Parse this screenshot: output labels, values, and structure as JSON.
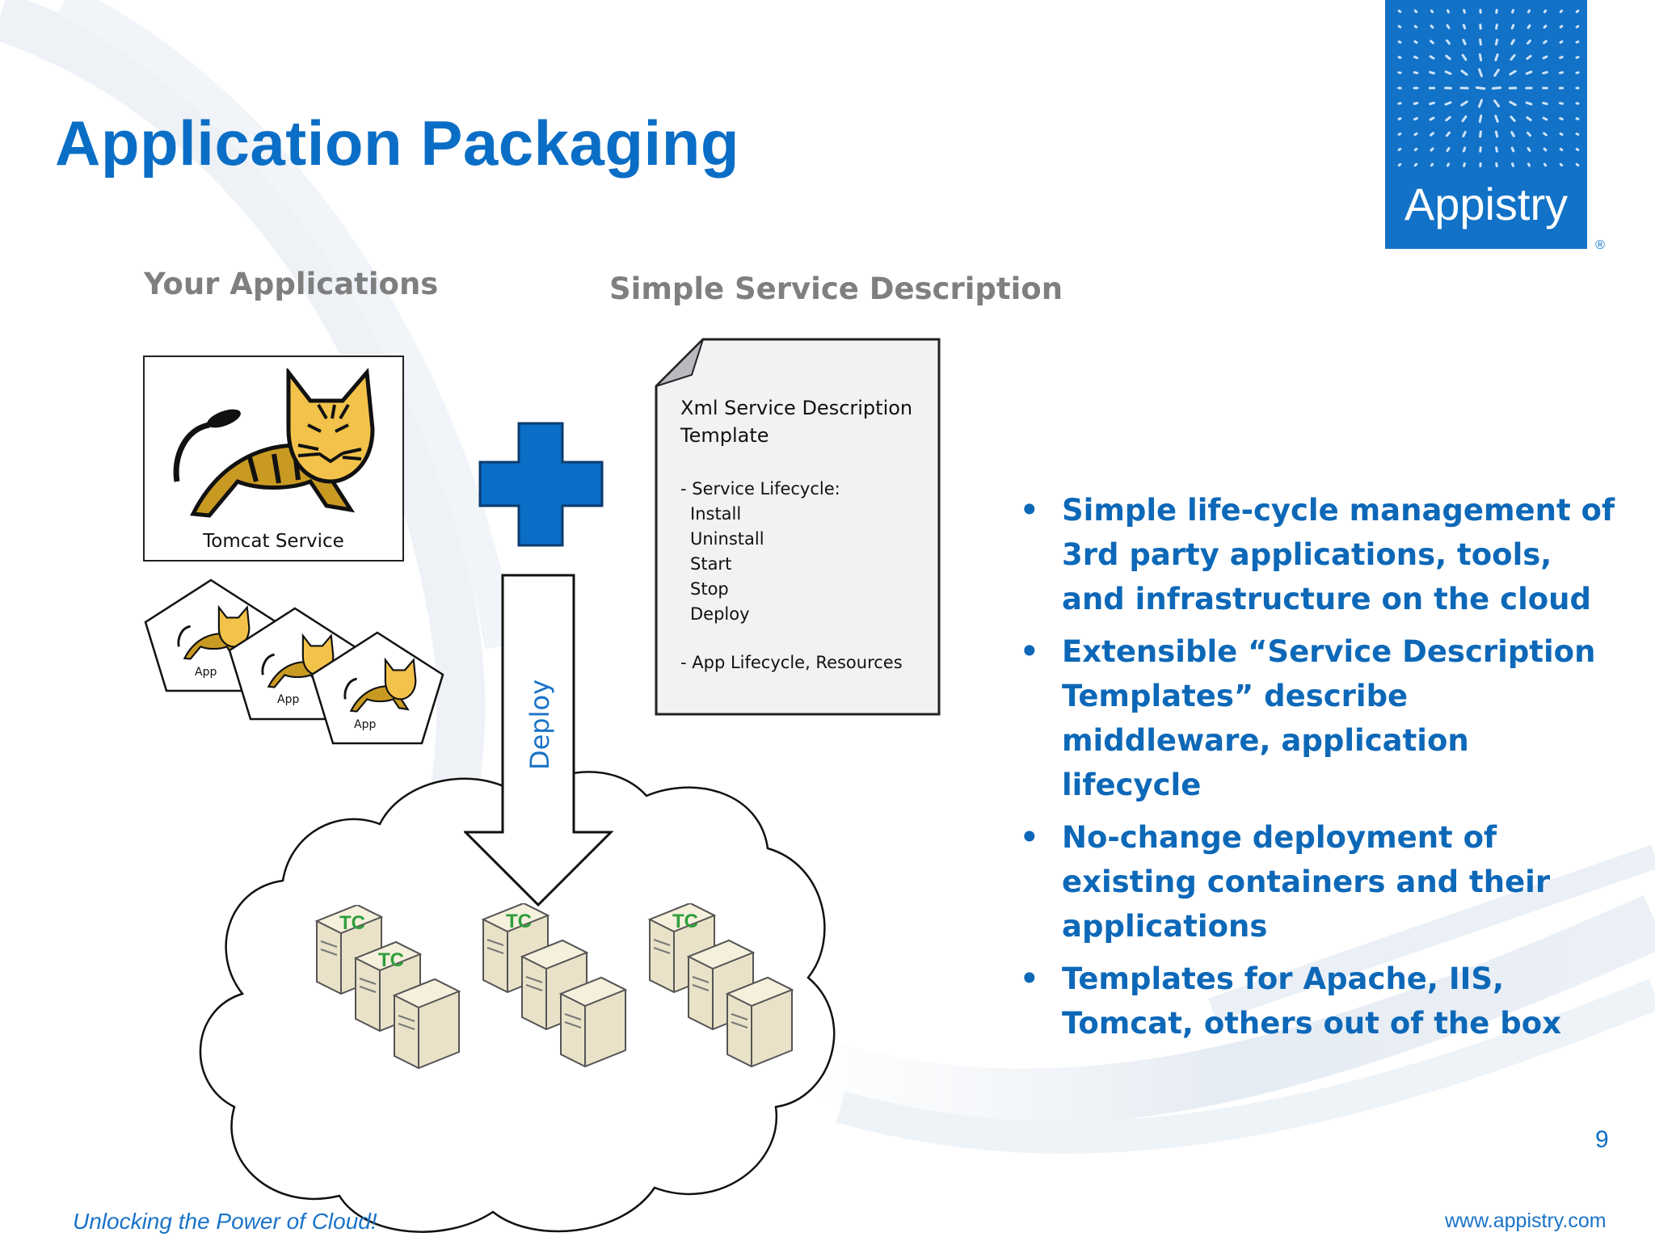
{
  "slide": {
    "title": "Application Packaging",
    "page_number": "9",
    "tagline": "Unlocking the Power of Cloud!",
    "website": "www.appistry.com",
    "brand_color": "#0a6ec6"
  },
  "logo": {
    "brand_name": "Appistry",
    "trademark": "®",
    "background": "#1272c7"
  },
  "left_panel": {
    "heading": "Your Applications",
    "service_label": "Tomcat Service",
    "service_icon": "tomcat-icon",
    "app_labels": [
      "App",
      "App",
      "App"
    ]
  },
  "middle_panel": {
    "heading": "Simple Service Description",
    "plus_icon": "plus-icon",
    "doc_title": "Xml Service Description Template",
    "doc_lines": [
      {
        "text": "- Service Lifecycle:",
        "indent": false
      },
      {
        "text": "Install",
        "indent": true
      },
      {
        "text": "Uninstall",
        "indent": true
      },
      {
        "text": "Start",
        "indent": true
      },
      {
        "text": "Stop",
        "indent": true
      },
      {
        "text": "Deploy",
        "indent": true
      }
    ],
    "doc_footer": "- App Lifecycle, Resources",
    "arrow_label": "Deploy",
    "server_tag": "TC",
    "server_tag_color": "#2e9e3c"
  },
  "bullets": [
    "Simple life-cycle management of 3rd party applications, tools, and infrastructure on the cloud",
    "Extensible “Service Description Templates” describe middleware, application lifecycle",
    "No-change deployment of existing containers and their applications",
    "Templates for Apache, IIS, Tomcat, others out of the box"
  ]
}
